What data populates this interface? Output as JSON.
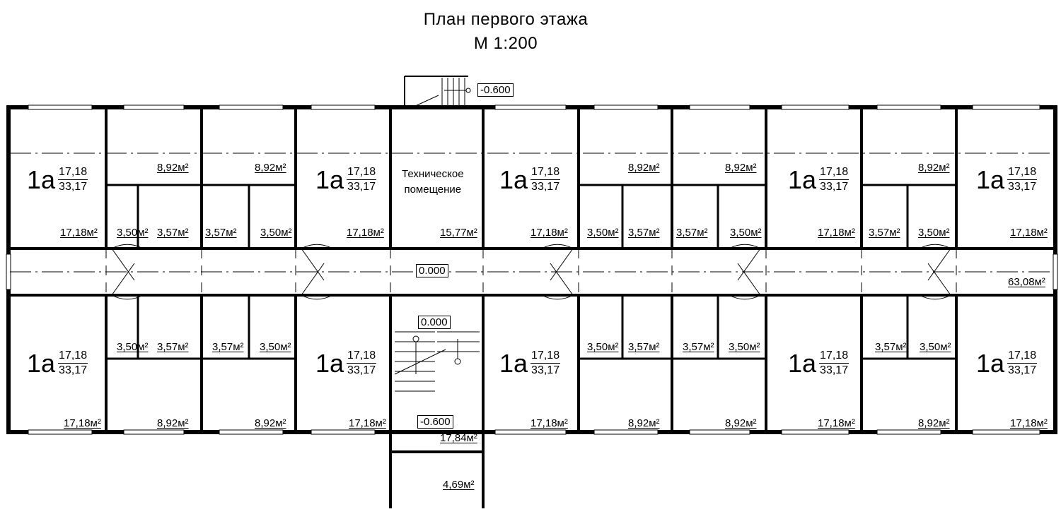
{
  "title": "План первого этажа",
  "scale": "М 1:200",
  "apartment": {
    "type": "1а",
    "living_area": "17,18",
    "total_area": "33,17"
  },
  "technical_room": {
    "line1": "Техническое",
    "line2": "помещение"
  },
  "levels": {
    "entrance": "-0.600",
    "corridor": "0.000",
    "stair_top": "0.000",
    "stair_bottom": "-0.600"
  },
  "top_areas": [
    "17,18м²",
    "8,92м²",
    "3,50м²",
    "3,57м²",
    "8,92м²",
    "3,57м²",
    "3,50м²",
    "17,18м²",
    "15,77м²",
    "17,18м²",
    "8,92м²",
    "3,50м²",
    "3,57м²",
    "8,92м²",
    "3,57м²",
    "3,50м²",
    "17,18м²",
    "8,92м²",
    "3,57м²",
    "3,50м²",
    "17,18м²"
  ],
  "corridor_area": "63,08м²",
  "bottom_areas": [
    "17,18м²",
    "3,50м²",
    "3,57м²",
    "8,92м²",
    "3,57м²",
    "3,50м²",
    "8,92м²",
    "17,18м²",
    "17,84м²",
    "4,69м²",
    "17,18м²",
    "3,50м²",
    "3,57м²",
    "8,92м²",
    "3,57м²",
    "3,50м²",
    "8,92м²",
    "17,18м²",
    "3,57м²",
    "3,50м²",
    "8,92м²",
    "17,18м²"
  ]
}
